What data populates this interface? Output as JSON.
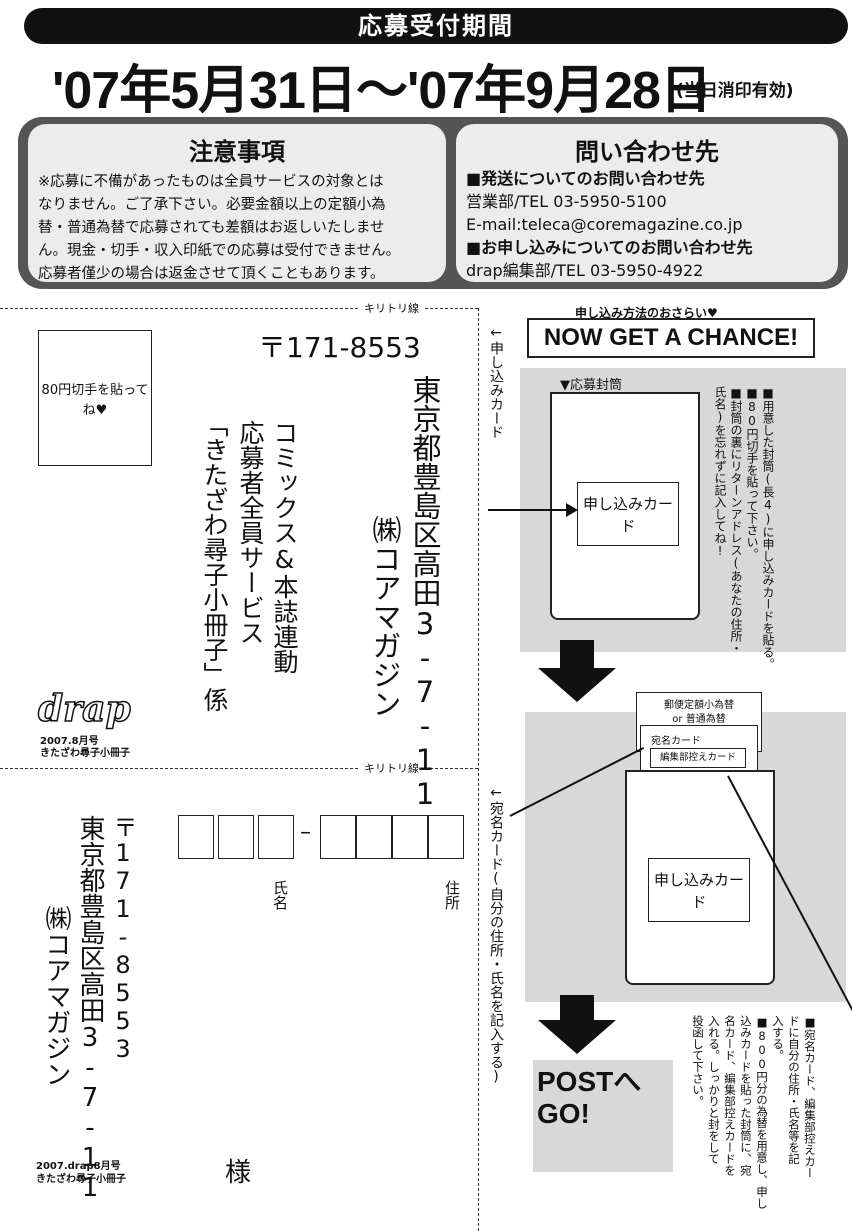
{
  "header": {
    "title": "応募受付期間",
    "period": "'07年5月31日～'07年9月28日",
    "validity": "(当日消印有効)"
  },
  "notice": {
    "title": "注意事項",
    "lines": [
      "※応募に不備があったものは全員サービスの対象とは",
      "なりません。ご了承下さい。必要金額以上の定額小為",
      "替・普通為替で応募されても差額はお返しいたしませ",
      "ん。現金・切手・収入印紙での応募は受付できません。",
      "応募者僅少の場合は返金させて頂くこともあります。"
    ]
  },
  "contact": {
    "title": "問い合わせ先",
    "shipping_heading": "■発送についてのお問い合わせ先",
    "shipping_tel": "営業部/TEL 03-5950-5100",
    "email": "E-mail:teleca@coremagazine.co.jp",
    "apply_heading": "■お申し込みについてのお問い合わせ先",
    "apply_tel": "drap編集部/TEL 03-5950-4922"
  },
  "cut_line": "キリトリ線",
  "application_card": {
    "side_label": "←申し込みカード",
    "stamp": "80円切手を貼ってね♥",
    "postal": "〒171-8553",
    "address": "東京都豊島区高田3-7-11",
    "company": "㈱コアマガジン",
    "line1": "コミックス&本誌連動",
    "line2": "応募者全員サービス",
    "line3": "「きたざわ尋子小冊子」係",
    "logo": "drap",
    "issue": "2007.8月号",
    "booklet": "きたざわ尋子小冊子"
  },
  "address_card": {
    "side_label": "←宛名カード(自分の住所・氏名を記入する)",
    "postal": "〒171-8553",
    "address": "東京都豊島区高田3-7-11",
    "company": "㈱コアマガジン",
    "name_label": "氏名",
    "address_label": "住所",
    "postal_dash": "–",
    "issue": "2007.drap8月号",
    "booklet": "きたざわ尋子小冊子",
    "honorific": "様"
  },
  "guide": {
    "subtitle": "申し込み方法のおさらい♥",
    "title": "NOW GET A CHANCE!",
    "envelope_label": "▼応募封筒",
    "card": "申し込みカード",
    "step1": [
      "■用意した封筒(長4)に申し込みカードを貼る。",
      "■80円切手を貼って下さい。",
      "■封筒の裏にリターンアドレス(あなたの住所・",
      "氏名)を忘れずに記入してね!"
    ],
    "money_order": "郵便定額小為替",
    "or": "or 普通為替",
    "address_card": "宛名カード",
    "editorial_card": "編集部控えカード",
    "step2": [
      "■宛名カード、編集部控えカー",
      "ドに自分の住所・氏名等を記",
      "入する。",
      "■800円分の為替を用意し、申し",
      "込みカードを貼った封筒に、宛",
      "名カード、編集部控えカードを",
      "入れる。しっかりと封をして",
      "投函して下さい。"
    ],
    "post": "POSTへ",
    "go": "GO!"
  }
}
